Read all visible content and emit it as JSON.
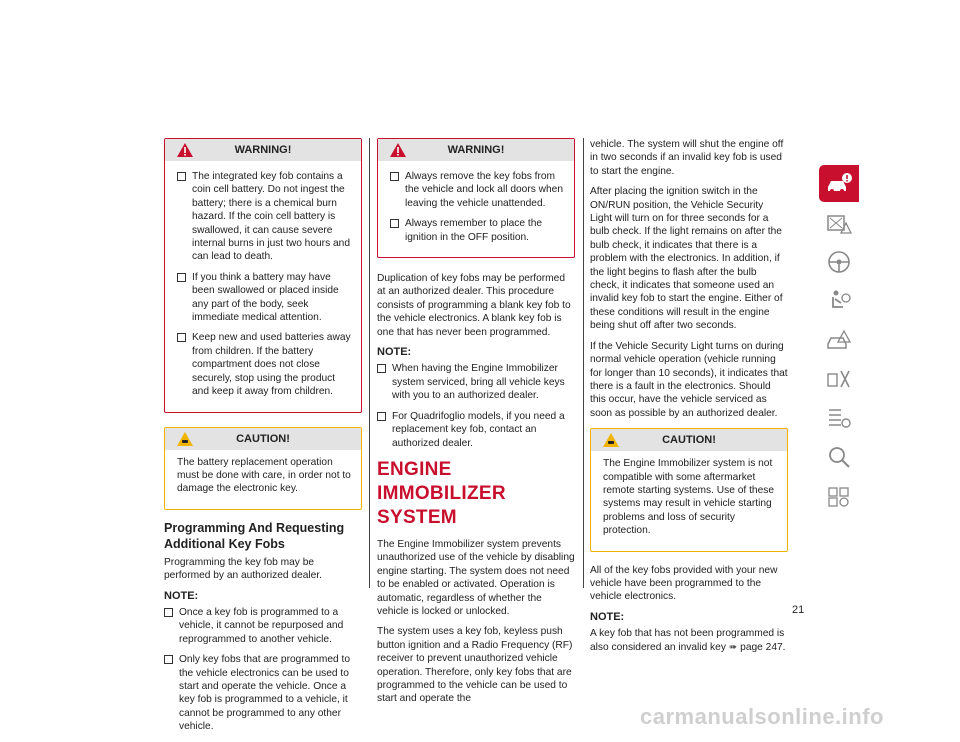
{
  "page_number": "21",
  "watermark": "carmanualsonline.info",
  "col1": {
    "warning": {
      "title": "WARNING!",
      "items": [
        "The integrated key fob contains a coin cell battery. Do not ingest the battery; there is a chemical burn hazard. If the coin cell battery is swallowed, it can cause severe internal burns in just two hours and can lead to death.",
        "If you think a battery may have been swallowed or placed inside any part of the body, seek immediate medical attention.",
        "Keep new and used batteries away from children. If the battery compartment does not close securely, stop using the product and keep it away from children."
      ]
    },
    "caution": {
      "title": "CAUTION!",
      "text": "The battery replacement operation must be done with care, in order not to damage the electronic key."
    },
    "heading": "Programming And Requesting Additional Key Fobs",
    "intro": "Programming the key fob may be performed by an authorized dealer.",
    "note_label": "NOTE:",
    "note_items": [
      "Once a key fob is programmed to a vehicle, it cannot be repurposed and reprogrammed to another vehicle.",
      "Only key fobs that are programmed to the vehicle electronics can be used to start and operate the vehicle. Once a key fob is programmed to a vehicle, it cannot be programmed to any other vehicle."
    ]
  },
  "col2": {
    "warning": {
      "title": "WARNING!",
      "items": [
        "Always remove the key fobs from the vehicle and lock all doors when leaving the vehicle unattended.",
        "Always remember to place the ignition in the OFF position."
      ]
    },
    "para1": "Duplication of key fobs may be performed at an authorized dealer. This procedure consists of programming a blank key fob to the vehicle electronics. A blank key fob is one that has never been programmed.",
    "note_label": "NOTE:",
    "note_items": [
      "When having the Engine Immobilizer system serviced, bring all vehicle keys with you to an authorized dealer.",
      "For Quadrifoglio models, if you need a replacement key fob, contact an authorized dealer."
    ],
    "section_title": "ENGINE IMMOBILIZER SYSTEM",
    "para2": "The Engine Immobilizer system prevents unauthorized use of the vehicle by disabling engine starting. The system does not need to be enabled or activated. Operation is automatic, regardless of whether the vehicle is locked or unlocked.",
    "para3": "The system uses a key fob, keyless push button ignition and a Radio Frequency (RF) receiver to prevent unauthorized vehicle operation. Therefore, only key fobs that are programmed to the vehicle can be used to start and operate the"
  },
  "col3": {
    "para1": "vehicle. The system will shut the engine off in two seconds if an invalid key fob is used to start the engine.",
    "para2": "After placing the ignition switch in the ON/RUN position, the Vehicle Security Light will turn on for three seconds for a bulb check. If the light remains on after the bulb check, it indicates that there is a problem with the electronics. In addition, if the light begins to flash after the bulb check, it indicates that someone used an invalid key fob to start the engine. Either of these conditions will result in the engine being shut off after two seconds.",
    "para3": "If the Vehicle Security Light turns on during normal vehicle operation (vehicle running for longer than 10 seconds), it indicates that there is a fault in the electronics. Should this occur, have the vehicle serviced as soon as possible by an authorized dealer.",
    "caution": {
      "title": "CAUTION!",
      "text": "The Engine Immobilizer system is not compatible with some aftermarket remote starting systems. Use of these systems may result in vehicle starting problems and loss of security protection."
    },
    "para4": "All of the key fobs provided with your new vehicle have been programmed to the vehicle electronics.",
    "note_label": "NOTE:",
    "note_text": "A key fob that has not been programmed is also considered an invalid key",
    "note_ref": "page 247."
  },
  "colors": {
    "accent": "#c8102e",
    "caution": "#f0b400",
    "box_header": "#e3e3e3"
  },
  "tabs": [
    {
      "name": "car-info-icon",
      "active": true
    },
    {
      "name": "dashboard-warning-icon",
      "active": false
    },
    {
      "name": "steering-wheel-icon",
      "active": false
    },
    {
      "name": "seat-airbag-icon",
      "active": false
    },
    {
      "name": "emergency-vehicle-icon",
      "active": false
    },
    {
      "name": "service-tools-icon",
      "active": false
    },
    {
      "name": "specifications-list-icon",
      "active": false
    },
    {
      "name": "search-icon",
      "active": false
    },
    {
      "name": "multimedia-icon",
      "active": false
    }
  ]
}
